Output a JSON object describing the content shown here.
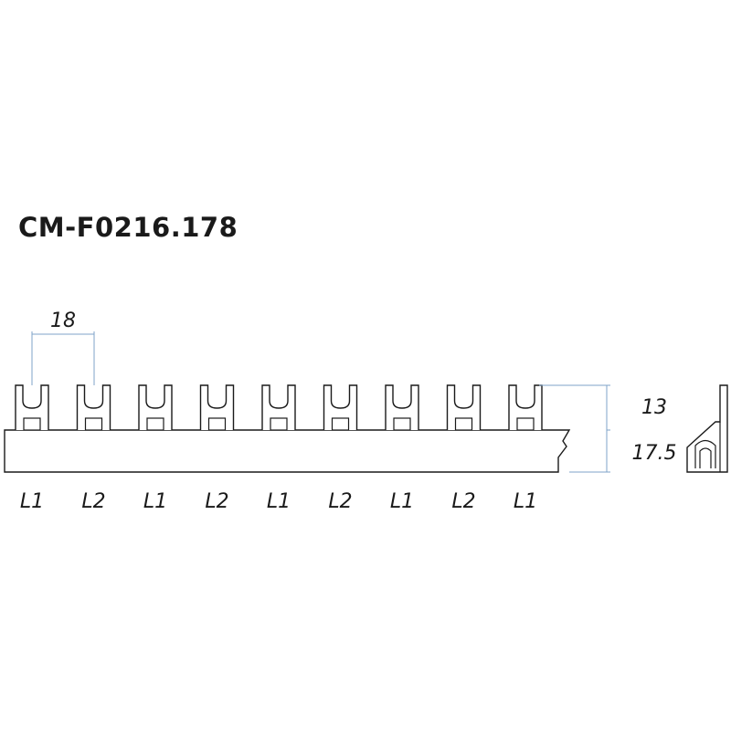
{
  "title": "CM-F0216.178",
  "dimensions": {
    "pitch": "18",
    "height_upper": "13",
    "height_total": "17.5"
  },
  "phases": [
    "L1",
    "L2",
    "L1",
    "L2",
    "L1",
    "L2",
    "L1",
    "L2",
    "L1"
  ],
  "colors": {
    "line": "#1a1a1a",
    "dimension_line": "#7fa3c8"
  }
}
